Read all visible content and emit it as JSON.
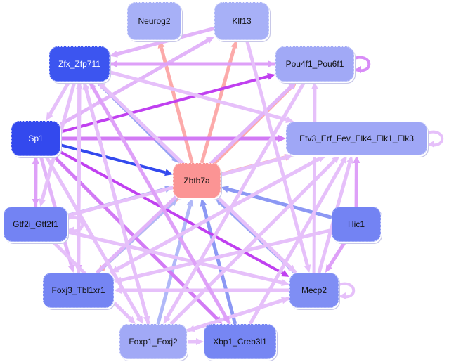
{
  "diagram": {
    "type": "directed-network",
    "nodes": [
      {
        "id": "Neurog2",
        "label": "Neurog2",
        "color": "#a7b0f7"
      },
      {
        "id": "Klf13",
        "label": "Klf13",
        "color": "#a7b0f7"
      },
      {
        "id": "Zfx_Zfp711",
        "label": "Zfx_Zfp711",
        "color": "#3c55f0"
      },
      {
        "id": "Pou4f1_Pou6f1",
        "label": "Pou4f1_Pou6f1",
        "color": "#a1a9f6"
      },
      {
        "id": "Sp1",
        "label": "Sp1",
        "color": "#3349ee"
      },
      {
        "id": "Etv3_Erf_Fev_Elk4_Elk1_Elk3",
        "label": "Etv3_Erf_Fev_Elk4_Elk1_Elk3",
        "color": "#9fa7f6"
      },
      {
        "id": "Zbtb7a",
        "label": "Zbtb7a",
        "color": "#fb9494"
      },
      {
        "id": "Gtf2i_Gtf2f1",
        "label": "Gtf2i_Gtf2f1",
        "color": "#7383f3"
      },
      {
        "id": "Hic1",
        "label": "Hic1",
        "color": "#7383f3"
      },
      {
        "id": "Foxj3_Tbl1xr1",
        "label": "Foxj3_Tbl1xr1",
        "color": "#7585f3"
      },
      {
        "id": "Mecp2",
        "label": "Mecp2",
        "color": "#7f8ef4"
      },
      {
        "id": "Foxp1_Foxj2",
        "label": "Foxp1_Foxj2",
        "color": "#a1a9f6"
      },
      {
        "id": "Xbp1_Creb3l1",
        "label": "Xbp1_Creb3l1",
        "color": "#7686f3"
      }
    ],
    "edges": [
      {
        "from": "Zbtb7a",
        "to": "Neurog2",
        "color": "#fcaaaa"
      },
      {
        "from": "Zbtb7a",
        "to": "Klf13",
        "color": "#fcaaaa"
      },
      {
        "from": "Zbtb7a",
        "to": "Pou4f1_Pou6f1",
        "color": "#fcaaaa"
      },
      {
        "from": "Zbtb7a",
        "to": "Etv3_Erf_Fev_Elk4_Elk1_Elk3",
        "color": "#fcaaaa"
      },
      {
        "from": "Zbtb7a",
        "to": "Foxj3_Tbl1xr1",
        "color": "#fcaaaa"
      },
      {
        "from": "Sp1",
        "to": "Zbtb7a",
        "color": "#3349ee"
      },
      {
        "from": "Zfx_Zfp711",
        "to": "Zbtb7a",
        "color": "#9aa4f5"
      },
      {
        "from": "Gtf2i_Gtf2f1",
        "to": "Zbtb7a",
        "color": "#9aa4f5"
      },
      {
        "from": "Hic1",
        "to": "Zbtb7a",
        "color": "#8c98f4"
      },
      {
        "from": "Mecp2",
        "to": "Zbtb7a",
        "color": "#9aa4f5"
      },
      {
        "from": "Foxp1_Foxj2",
        "to": "Zbtb7a",
        "color": "#b0b8f8"
      },
      {
        "from": "Xbp1_Creb3l1",
        "to": "Zbtb7a",
        "color": "#8c98f4"
      },
      {
        "from": "Foxj3_Tbl1xr1",
        "to": "Zbtb7a",
        "color": "#b0b8f8"
      },
      {
        "from": "Sp1",
        "to": "Pou4f1_Pou6f1",
        "color": "#c040f0"
      },
      {
        "from": "Sp1",
        "to": "Etv3_Erf_Fev_Elk4_Elk1_Elk3",
        "color": "#d27af5"
      },
      {
        "from": "Sp1",
        "to": "Mecp2",
        "color": "#c040f0"
      },
      {
        "from": "Sp1",
        "to": "Gtf2i_Gtf2f1",
        "color": "#dea0f8"
      },
      {
        "from": "Gtf2i_Gtf2f1",
        "to": "Sp1",
        "color": "#dea0f8"
      },
      {
        "from": "Sp1",
        "to": "Foxj3_Tbl1xr1",
        "color": "#e2b4f9"
      },
      {
        "from": "Sp1",
        "to": "Xbp1_Creb3l1",
        "color": "#d27af5"
      },
      {
        "from": "Sp1",
        "to": "Klf13",
        "color": "#e2b4f9"
      },
      {
        "from": "Zfx_Zfp711",
        "to": "Pou4f1_Pou6f1",
        "color": "#dea0f8"
      },
      {
        "from": "Zfx_Zfp711",
        "to": "Etv3_Erf_Fev_Elk4_Elk1_Elk3",
        "color": "#e6c0fa"
      },
      {
        "from": "Zfx_Zfp711",
        "to": "Foxj3_Tbl1xr1",
        "color": "#dea0f8"
      },
      {
        "from": "Zfx_Zfp711",
        "to": "Foxp1_Foxj2",
        "color": "#e6c0fa"
      },
      {
        "from": "Zfx_Zfp711",
        "to": "Mecp2",
        "color": "#e6c0fa"
      },
      {
        "from": "Zfx_Zfp711",
        "to": "Sp1",
        "color": "#e6c0fa"
      },
      {
        "from": "Klf13",
        "to": "Zfx_Zfp711",
        "color": "#e2b4f9"
      },
      {
        "from": "Pou4f1_Pou6f1",
        "to": "Zfx_Zfp711",
        "color": "#dea0f8"
      },
      {
        "from": "Pou4f1_Pou6f1",
        "to": "Pou4f1_Pou6f1",
        "color": "#d88cf7"
      },
      {
        "from": "Etv3_Erf_Fev_Elk4_Elk1_Elk3",
        "to": "Etv3_Erf_Fev_Elk4_Elk1_Elk3",
        "color": "#e6c0fa"
      },
      {
        "from": "Mecp2",
        "to": "Mecp2",
        "color": "#e6c0fa"
      },
      {
        "from": "Gtf2i_Gtf2f1",
        "to": "Gtf2i_Gtf2f1",
        "color": "#e6c0fa"
      },
      {
        "from": "Foxp1_Foxj2",
        "to": "Xbp1_Creb3l1",
        "color": "#e6c0fa"
      },
      {
        "from": "Mecp2",
        "to": "Zfx_Zfp711",
        "color": "#e6c0fa"
      },
      {
        "from": "Mecp2",
        "to": "Pou4f1_Pou6f1",
        "color": "#e6c0fa"
      },
      {
        "from": "Mecp2",
        "to": "Etv3_Erf_Fev_Elk4_Elk1_Elk3",
        "color": "#e6c0fa"
      },
      {
        "from": "Mecp2",
        "to": "Foxj3_Tbl1xr1",
        "color": "#e6c0fa"
      },
      {
        "from": "Mecp2",
        "to": "Foxp1_Foxj2",
        "color": "#e6c0fa"
      },
      {
        "from": "Hic1",
        "to": "Etv3_Erf_Fev_Elk4_Elk1_Elk3",
        "color": "#dea0f8"
      },
      {
        "from": "Hic1",
        "to": "Mecp2",
        "color": "#dea0f8"
      },
      {
        "from": "Hic1",
        "to": "Foxj3_Tbl1xr1",
        "color": "#e6c0fa"
      },
      {
        "from": "Foxj3_Tbl1xr1",
        "to": "Etv3_Erf_Fev_Elk4_Elk1_Elk3",
        "color": "#e6c0fa"
      },
      {
        "from": "Foxj3_Tbl1xr1",
        "to": "Pou4f1_Pou6f1",
        "color": "#e2b4f9"
      },
      {
        "from": "Foxj3_Tbl1xr1",
        "to": "Zfx_Zfp711",
        "color": "#e6c0fa"
      },
      {
        "from": "Foxp1_Foxj2",
        "to": "Etv3_Erf_Fev_Elk4_Elk1_Elk3",
        "color": "#e6c0fa"
      },
      {
        "from": "Foxp1_Foxj2",
        "to": "Zfx_Zfp711",
        "color": "#e6c0fa"
      },
      {
        "from": "Foxp1_Foxj2",
        "to": "Mecp2",
        "color": "#e6c0fa"
      },
      {
        "from": "Xbp1_Creb3l1",
        "to": "Etv3_Erf_Fev_Elk4_Elk1_Elk3",
        "color": "#e6c0fa"
      },
      {
        "from": "Xbp1_Creb3l1",
        "to": "Zfx_Zfp711",
        "color": "#e6c0fa"
      },
      {
        "from": "Gtf2i_Gtf2f1",
        "to": "Mecp2",
        "color": "#e6c0fa"
      },
      {
        "from": "Gtf2i_Gtf2f1",
        "to": "Etv3_Erf_Fev_Elk4_Elk1_Elk3",
        "color": "#e6c0fa"
      },
      {
        "from": "Gtf2i_Gtf2f1",
        "to": "Foxp1_Foxj2",
        "color": "#e6c0fa"
      },
      {
        "from": "Zfx_Zfp711",
        "to": "Gtf2i_Gtf2f1",
        "color": "#e6c0fa"
      },
      {
        "from": "Zfx_Zfp711",
        "to": "Xbp1_Creb3l1",
        "color": "#dea0f8"
      },
      {
        "from": "Sp1",
        "to": "Foxp1_Foxj2",
        "color": "#e6c0fa"
      },
      {
        "from": "Etv3_Erf_Fev_Elk4_Elk1_Elk3",
        "to": "Foxj3_Tbl1xr1",
        "color": "#e6c0fa"
      },
      {
        "from": "Klf13",
        "to": "Mecp2",
        "color": "#e6c0fa"
      },
      {
        "from": "Pou4f1_Pou6f1",
        "to": "Foxp1_Foxj2",
        "color": "#e6c0fa"
      }
    ]
  }
}
